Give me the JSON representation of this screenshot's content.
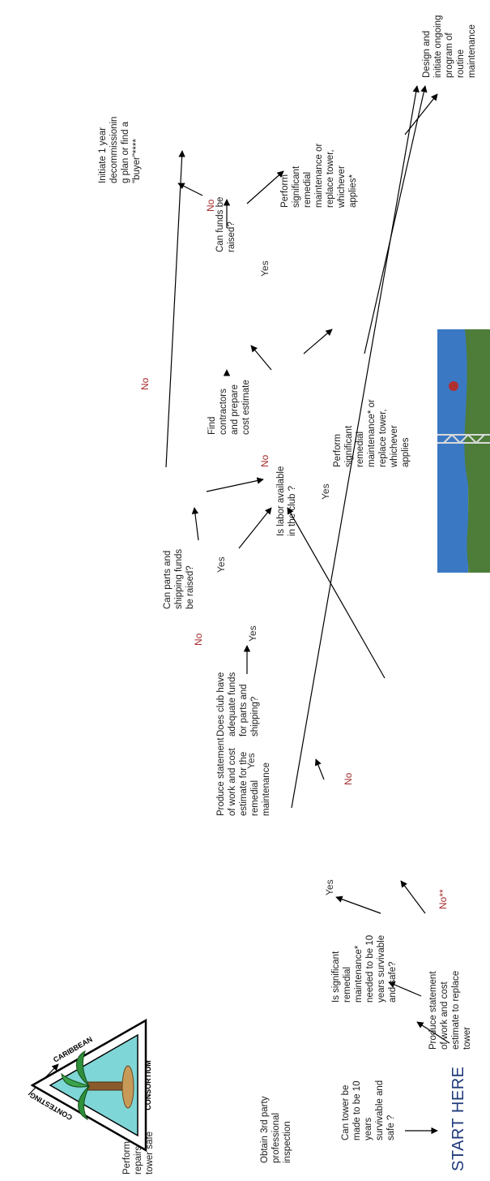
{
  "title": "START HERE",
  "nodes": {
    "urgent_repairs": "Perform urgent\nrepairs to keep\ntower safe",
    "inspection": "Obtain 3rd party\nprofessional\ninspection",
    "can_be_made": "Can tower be\nmade to be 10\nyears\nsurvivable and\nsafe ?",
    "significant_needed": "Is significant\nremedial\nmaintenance*\nneeded to be 10\nyears survivable\nand safe?",
    "produce_replace": "Produce statement\nof work and cost\nestimate to replace\ntower",
    "produce_remedial": "Produce statement\nof work and cost\nestimate for the\nremedial\nmaintenance",
    "club_funds": "Does club have\nadequate funds\nfor parts and\nshipping?",
    "parts_funds": "Can parts and\nshipping funds\nbe raised?",
    "labor_available": "Is labor available\nin the club ?",
    "find_contractors": "Find\ncontractors\nand prepare\ncost estimate",
    "perform_remedial_1": "Perform\nsignificant\nremedial\nmaintenance* or\nreplace tower,\nwhichever\napplies",
    "funds_raised": "Can funds be\nraised?",
    "decommission": "Initiate 1 year\ndecommissionin\ng plan or find a\n\"buyer\"****",
    "perform_remedial_2": "Perform\nsignificant\nremedial\nmaintenance or\nreplace tower,\nwhichever\napplies*",
    "routine_maintenance": "Design and\ninitiate ongoing\nprogram of\nroutine\nmaintenance"
  },
  "edge_labels": {
    "yes_1": "Yes",
    "no_star": "No**",
    "yes_2": "Yes",
    "no_1": "No",
    "no_2": "No",
    "yes_3": "Yes",
    "yes_4": "Yes",
    "no_3": "No",
    "yes_5": "Yes",
    "no_4": "No",
    "no_5": "No",
    "yes_6": "Yes"
  },
  "logo": {
    "top_text": "CONTESTING",
    "bottom_text": "CONSORTIUM",
    "side_text": "CARIBBEAN",
    "icon": "palm-tree-icon"
  },
  "photo": {
    "description_icon": "tower-photo"
  },
  "colors": {
    "start": "#1f3a7a",
    "no_label": "#a52a2a",
    "arrow": "#000000",
    "logo_fill": "#7fd6d6"
  }
}
